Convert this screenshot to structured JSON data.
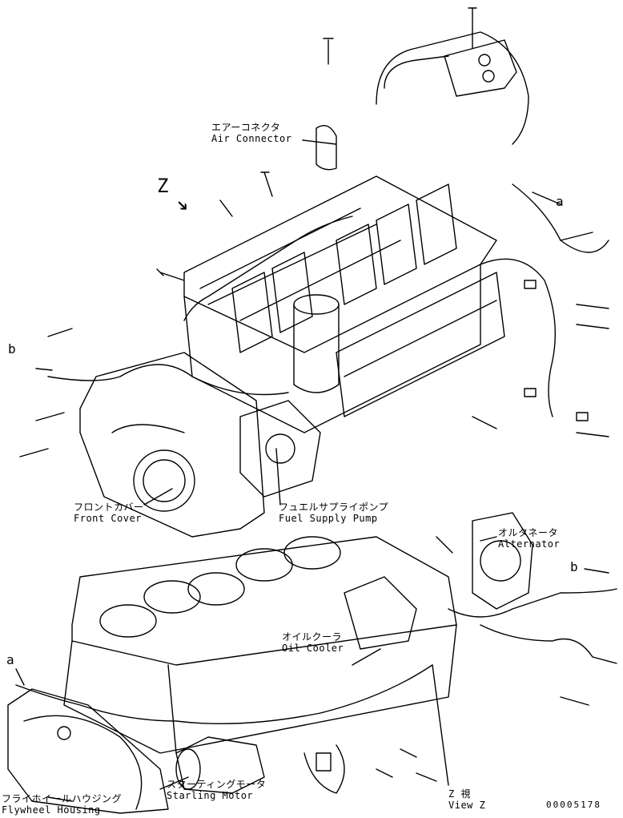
{
  "labels": {
    "air_connector": {
      "jp": "エアーコネクタ",
      "en": "Air Connector"
    },
    "front_cover": {
      "jp": "フロントカバー",
      "en": "Front Cover"
    },
    "fuel_supply_pump": {
      "jp": "フュエルサプライポンプ",
      "en": "Fuel Supply Pump"
    },
    "alternator": {
      "jp": "オルタネータ",
      "en": "Alternator"
    },
    "oil_cooler": {
      "jp": "オイルクーラ",
      "en": "Oil Cooler"
    },
    "starting_motor": {
      "jp": "スターティングモータ",
      "en": "Starling Motor"
    },
    "flywheel_housing": {
      "jp": "フライホイールハウジング",
      "en": "Flywheel Housing"
    },
    "view_z": {
      "jp": "Z 視",
      "en": "View Z"
    }
  },
  "markers": {
    "z": "Z",
    "a_top": "a",
    "b_left": "b",
    "b_right": "b",
    "a_left": "a"
  },
  "drawing_number": "00005178"
}
